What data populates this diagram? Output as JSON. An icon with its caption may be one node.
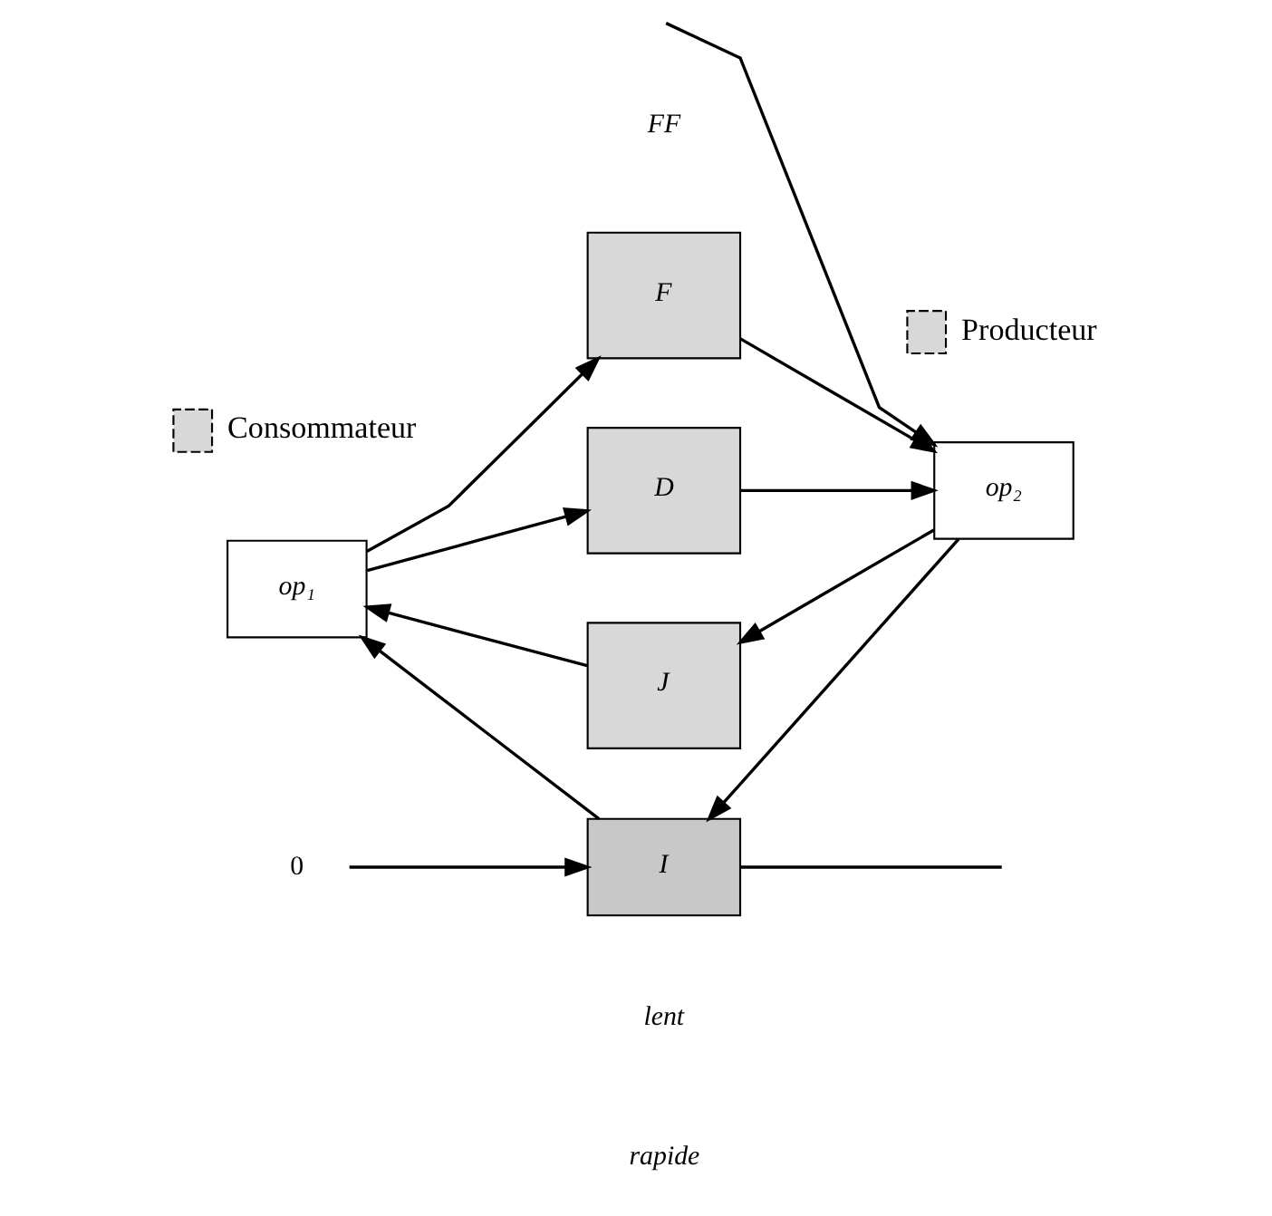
{
  "diagram": {
    "nodes": [
      {
        "text": [
          "op₁"
        ]
      },
      {
        "text": [
          "F"
        ]
      },
      {
        "text": [
          "D"
        ]
      },
      {
        "text": [
          "op₂"
        ]
      },
      {
        "text": [
          "J"
        ]
      },
      {
        "text": [
          "I"
        ]
      },
      {
        "text": [
          "0"
        ]
      }
    ],
    "edges": [
      {
        "from": 0,
        "to": 1,
        "arrow": "to"
      },
      {
        "from": 0,
        "to": 2,
        "arrow": "to"
      },
      {
        "from": 1,
        "to": 3,
        "arrow": "to"
      },
      {
        "from": 2,
        "to": 3,
        "arrow": "to"
      },
      {
        "from": 3,
        "to": 4,
        "arrow": "to"
      },
      {
        "from": 4,
        "to": 0,
        "arrow": "to"
      },
      {
        "from": 3,
        "to": 5,
        "arrow": "to"
      },
      {
        "from": 5,
        "to": 0,
        "arrow": "to"
      },
      {
        "from": 6,
        "to": 5,
        "arrow": "to"
      },
      {
        "from": 5,
        "to": null,
        "arrow": "none"
      },
      {
        "from": null,
        "to": 3,
        "arrow": "to"
      }
    ],
    "labels": [
      "FF",
      "lent",
      "rapide"
    ],
    "legend": [
      {
        "text": "Consommateur"
      },
      {
        "text": "Producteur"
      }
    ]
  }
}
